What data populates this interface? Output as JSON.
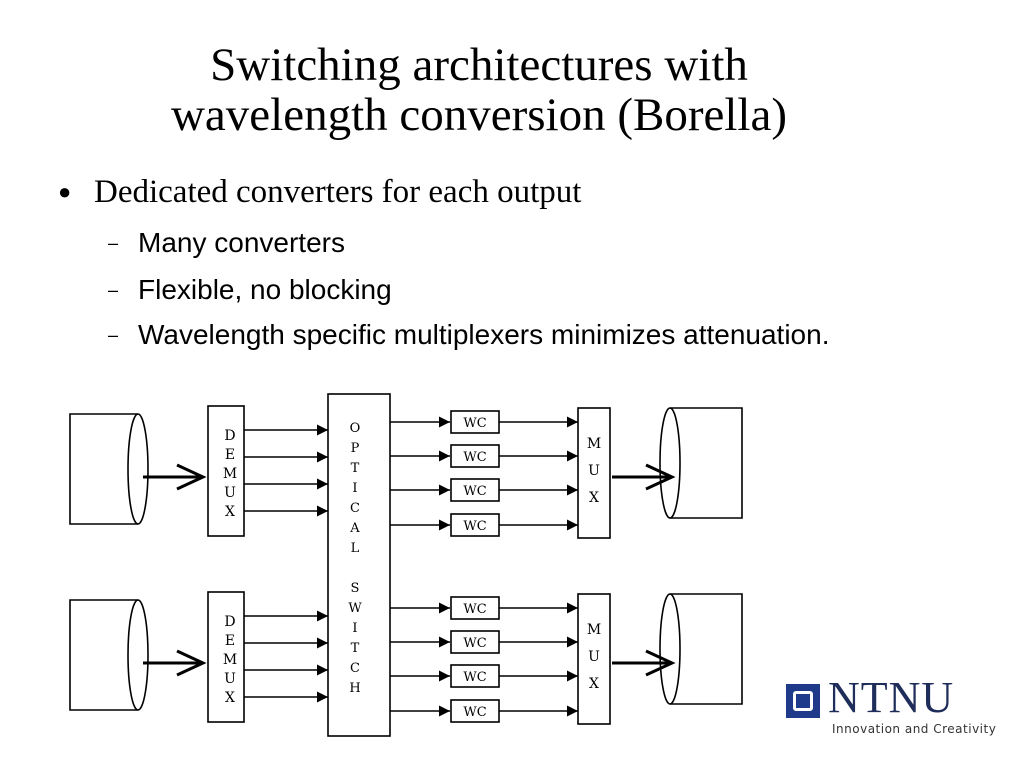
{
  "slide": {
    "title_line1": "Switching architectures with",
    "title_line2": "wavelength conversion (Borella)",
    "bullet": "Dedicated converters for each output",
    "subbullets": [
      "Many converters",
      "Flexible, no blocking",
      "Wavelength specific multiplexers minimizes attenuation."
    ]
  },
  "diagram": {
    "demux_letters": [
      "D",
      "E",
      "M",
      "U",
      "X"
    ],
    "mux_letters": [
      "M",
      "U",
      "X"
    ],
    "switch_letters": [
      "O",
      "P",
      "T",
      "I",
      "C",
      "A",
      "L",
      "",
      "S",
      "W",
      "I",
      "T",
      "C",
      "H"
    ],
    "converter_label": "WC",
    "converters_per_group": 4,
    "groups": 2
  },
  "logo": {
    "name": "NTNU",
    "tagline": "Innovation and Creativity",
    "color": "#1f3a8a"
  }
}
